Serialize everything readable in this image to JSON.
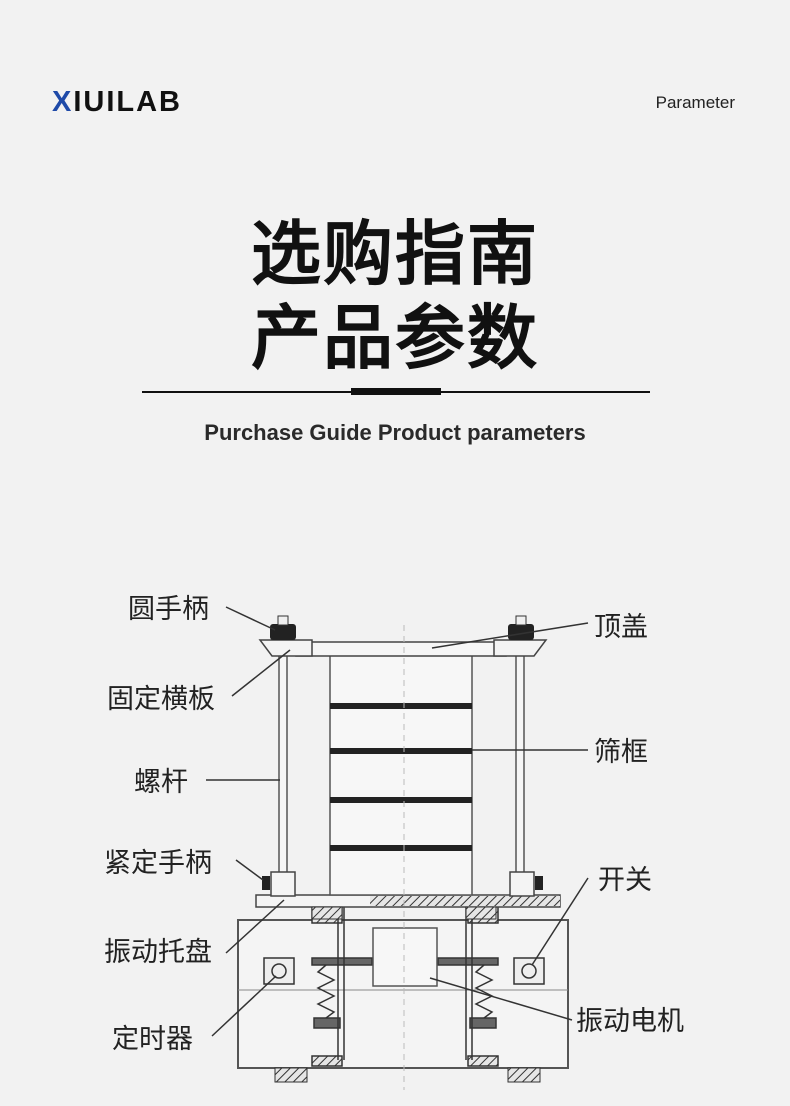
{
  "header": {
    "logo_mark": "X",
    "logo_text": "IUILAB",
    "right_label": "Parameter"
  },
  "hero": {
    "title_line1": "选购指南",
    "title_line2": "产品参数",
    "subtitle": "Purchase Guide Product parameters"
  },
  "diagram": {
    "labels": {
      "round_handle": "圆手柄",
      "fixed_crossplate": "固定横板",
      "screw_rod": "螺杆",
      "tighten_handle": "紧定手柄",
      "vibrating_tray": "振动托盘",
      "timer": "定时器",
      "top_cover": "顶盖",
      "sieve_frame": "筛框",
      "switch": "开关",
      "vibration_motor": "振动电机"
    }
  }
}
